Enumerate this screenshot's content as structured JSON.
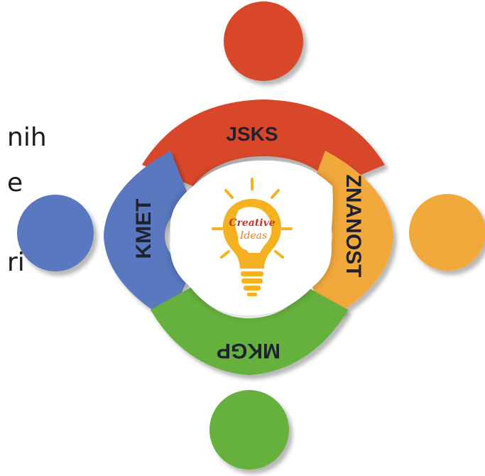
{
  "left_text_fragments": [
    "nih",
    "e",
    "ri"
  ],
  "groups": {
    "top": "JSKS",
    "left": "KMET",
    "right": "ZNANOST",
    "bottom": "MKGP"
  },
  "center": {
    "logo_line1": "Creative",
    "logo_line2": "Ideas"
  },
  "colors": {
    "top": "#d9472b",
    "left": "#5a78c0",
    "right": "#f2a93a",
    "bottom": "#66b13d",
    "bulb": "#f5b120",
    "label": "#1e2230"
  }
}
